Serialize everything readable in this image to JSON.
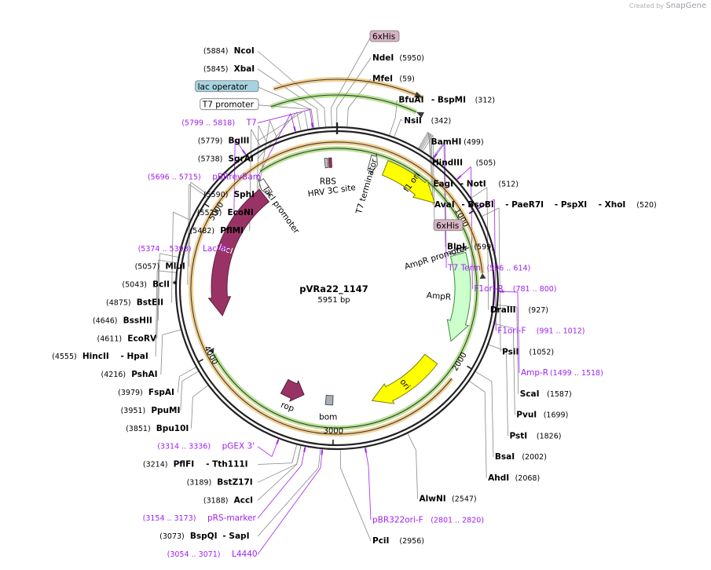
{
  "watermark": {
    "prefix": "Created by",
    "brand": "SnapGene"
  },
  "plasmid": {
    "name": "pVRa22_1147",
    "length_label": "5951 bp",
    "length": 5951
  },
  "ticks": [
    "1000",
    "2000",
    "3000",
    "4000",
    "5000"
  ],
  "features": [
    {
      "label": "f1 ori",
      "start": 360,
      "end": 808,
      "direction": 1,
      "color": "#ffff00",
      "outline": "#7a7a00",
      "kind": "arrow",
      "text_color": "#000000"
    },
    {
      "label": "AmpR promoter",
      "start": 1190,
      "end": 1220,
      "direction": 1,
      "color": "#ffffff",
      "outline": "#555555",
      "kind": "arrow"
    },
    {
      "label": "AmpR",
      "start": 1230,
      "end": 1900,
      "direction": 1,
      "color": "#ccffcc",
      "outline": "#3a8a3a",
      "kind": "arrow"
    },
    {
      "label": "ori",
      "start": 2100,
      "end": 2690,
      "direction": 1,
      "color": "#ffff00",
      "outline": "#7a7a00",
      "kind": "arrow"
    },
    {
      "label": "bom",
      "start": 3010,
      "end": 3070,
      "direction": 0,
      "color": "#a8aeb6",
      "outline": "#555555",
      "kind": "box"
    },
    {
      "label": "rop",
      "start": 3260,
      "end": 3440,
      "direction": -1,
      "color": "#993366",
      "outline": "#5a1f3c",
      "kind": "arrow"
    },
    {
      "label": "lacI",
      "start": 4240,
      "end": 5320,
      "direction": -1,
      "color": "#993366",
      "outline": "#5a1f3c",
      "kind": "arrow",
      "text_color": "#ffffff"
    },
    {
      "label": "lacI promoter",
      "start": 5330,
      "end": 5390,
      "direction": -1,
      "color": "#ffffff",
      "outline": "#555555",
      "kind": "arrow"
    },
    {
      "label": "RBS",
      "start": 5860,
      "end": 5880,
      "direction": 0,
      "color": "#cccccc",
      "outline": "#555555",
      "kind": "box"
    },
    {
      "label": "HRV 3C site",
      "start": 5890,
      "end": 5910,
      "direction": 0,
      "color": "#993366",
      "outline": "#5a1f3c",
      "kind": "box"
    },
    {
      "label": "T7 terminator",
      "start": 240,
      "end": 300,
      "direction": 1,
      "color": "#ffffff",
      "outline": "#555555",
      "kind": "arrow"
    }
  ],
  "orfs": [
    {
      "start": 5660,
      "end": 400,
      "direction": 1,
      "color": "#e8a838",
      "rail": 266
    },
    {
      "start": 400,
      "end": 5620,
      "direction": -1,
      "color": "#7bcc3a",
      "rail": 246
    },
    {
      "start": 1390,
      "end": 2120,
      "direction": -1,
      "color": "#e8a838",
      "rail": 186
    },
    {
      "start": 4000,
      "end": 5400,
      "direction": -1,
      "color": "#7bcc3a",
      "rail": 178
    }
  ],
  "enzymes_left": [
    {
      "pos": 5884,
      "name": "NcoI",
      "parts": [
        {
          "t": "(5884)",
          "k": "n"
        },
        {
          "t": "NcoI",
          "k": "e"
        }
      ]
    },
    {
      "pos": 5845,
      "name": "XbaI",
      "parts": [
        {
          "t": "(5845)",
          "k": "n"
        },
        {
          "t": "XbaI",
          "k": "e"
        }
      ]
    },
    {
      "pos": 5815,
      "name": "lac operator",
      "parts": [
        {
          "t": "lac operator",
          "k": "badge-blue"
        }
      ]
    },
    {
      "pos": 5815,
      "name": "T7 promoter",
      "parts": [
        {
          "t": "T7 promoter",
          "k": "badge-white"
        }
      ]
    },
    {
      "pos": 5808,
      "name": "T7",
      "parts": [
        {
          "t": "(5799 .. 5818)",
          "k": "pn"
        },
        {
          "t": "T7",
          "k": "p"
        }
      ]
    },
    {
      "pos": 5779,
      "name": "BglII",
      "parts": [
        {
          "t": "(5779)",
          "k": "n"
        },
        {
          "t": "BglII",
          "k": "e"
        }
      ]
    },
    {
      "pos": 5738,
      "name": "SgrAI",
      "parts": [
        {
          "t": "(5738)",
          "k": "n"
        },
        {
          "t": "SgrAI",
          "k": "e"
        }
      ]
    },
    {
      "pos": 5705,
      "name": "pBRrevBam",
      "parts": [
        {
          "t": "(5696 .. 5715)",
          "k": "pn"
        },
        {
          "t": "pBRrevBam",
          "k": "p"
        }
      ]
    },
    {
      "pos": 5590,
      "name": "SphI",
      "parts": [
        {
          "t": "(5590)",
          "k": "n"
        },
        {
          "t": "SphI",
          "k": "e"
        }
      ]
    },
    {
      "pos": 5525,
      "name": "EcoNI",
      "parts": [
        {
          "t": "(5525)",
          "k": "n"
        },
        {
          "t": "EcoNI",
          "k": "e"
        }
      ]
    },
    {
      "pos": 5482,
      "name": "PflMI",
      "parts": [
        {
          "t": "(5482)",
          "k": "n"
        },
        {
          "t": "PflMI",
          "k": "e"
        }
      ]
    },
    {
      "pos": 5383,
      "name": "LacI-R",
      "parts": [
        {
          "t": "(5374 .. 5393)",
          "k": "pn"
        },
        {
          "t": "LacI-R",
          "k": "p"
        }
      ]
    },
    {
      "pos": 5057,
      "name": "MluI",
      "parts": [
        {
          "t": "(5057)",
          "k": "n"
        },
        {
          "t": "MluI",
          "k": "e"
        }
      ]
    },
    {
      "pos": 5043,
      "name": "BclI",
      "parts": [
        {
          "t": "(5043)",
          "k": "n"
        },
        {
          "t": "BclI *",
          "k": "e"
        }
      ]
    },
    {
      "pos": 4875,
      "name": "BstEII",
      "parts": [
        {
          "t": "(4875)",
          "k": "n"
        },
        {
          "t": "BstEII",
          "k": "e"
        }
      ]
    },
    {
      "pos": 4646,
      "name": "BssHII",
      "parts": [
        {
          "t": "(4646)",
          "k": "n"
        },
        {
          "t": "BssHII",
          "k": "e"
        }
      ]
    },
    {
      "pos": 4611,
      "name": "EcoRV",
      "parts": [
        {
          "t": "(4611)",
          "k": "n"
        },
        {
          "t": "EcoRV",
          "k": "e"
        }
      ]
    },
    {
      "pos": 4555,
      "name": "HincII",
      "parts": [
        {
          "t": "(4555)",
          "k": "n"
        },
        {
          "t": "HincII",
          "k": "e"
        },
        {
          "t": "- HpaI",
          "k": "e"
        }
      ]
    },
    {
      "pos": 4216,
      "name": "PshAI",
      "parts": [
        {
          "t": "(4216)",
          "k": "n"
        },
        {
          "t": "PshAI",
          "k": "e"
        }
      ]
    },
    {
      "pos": 3979,
      "name": "FspAI",
      "parts": [
        {
          "t": "(3979)",
          "k": "n"
        },
        {
          "t": "FspAI",
          "k": "e"
        }
      ]
    },
    {
      "pos": 3951,
      "name": "PpuMI",
      "parts": [
        {
          "t": "(3951)",
          "k": "n"
        },
        {
          "t": "PpuMI",
          "k": "e"
        }
      ]
    },
    {
      "pos": 3851,
      "name": "Bpu10I",
      "parts": [
        {
          "t": "(3851)",
          "k": "n"
        },
        {
          "t": "Bpu10I",
          "k": "e"
        }
      ]
    },
    {
      "pos": 3325,
      "name": "pGEX 3'",
      "parts": [
        {
          "t": "(3314 .. 3336)",
          "k": "pn"
        },
        {
          "t": "pGEX 3'",
          "k": "p"
        }
      ]
    },
    {
      "pos": 3214,
      "name": "PflFI",
      "parts": [
        {
          "t": "(3214)",
          "k": "n"
        },
        {
          "t": "PflFI",
          "k": "e"
        },
        {
          "t": "- Tth111I",
          "k": "e"
        }
      ]
    },
    {
      "pos": 3189,
      "name": "BstZ17I",
      "parts": [
        {
          "t": "(3189)",
          "k": "n"
        },
        {
          "t": "BstZ17I",
          "k": "e"
        }
      ]
    },
    {
      "pos": 3188,
      "name": "AccI",
      "parts": [
        {
          "t": "(3188)",
          "k": "n"
        },
        {
          "t": "AccI",
          "k": "e"
        }
      ]
    },
    {
      "pos": 3163,
      "name": "pRS-marker",
      "parts": [
        {
          "t": "(3154 .. 3173)",
          "k": "pn"
        },
        {
          "t": "pRS-marker",
          "k": "p"
        }
      ]
    },
    {
      "pos": 3073,
      "name": "BspQI",
      "parts": [
        {
          "t": "(3073)",
          "k": "n"
        },
        {
          "t": "BspQI",
          "k": "e"
        },
        {
          "t": "- SapI",
          "k": "e"
        }
      ]
    },
    {
      "pos": 3062,
      "name": "L4440",
      "parts": [
        {
          "t": "(3054 .. 3071)",
          "k": "pn"
        },
        {
          "t": "L4440",
          "k": "p"
        }
      ]
    }
  ],
  "enzymes_right": [
    {
      "pos": 5920,
      "name": "6xHis top",
      "parts": [
        {
          "t": "6xHis",
          "k": "badge-pink"
        }
      ]
    },
    {
      "pos": 5950,
      "name": "NdeI",
      "parts": [
        {
          "t": "NdeI",
          "k": "e"
        },
        {
          "t": "(5950)",
          "k": "n"
        }
      ]
    },
    {
      "pos": 59,
      "name": "MfeI",
      "parts": [
        {
          "t": "MfeI",
          "k": "e"
        },
        {
          "t": "(59)",
          "k": "n"
        }
      ]
    },
    {
      "pos": 312,
      "name": "BfuAI",
      "parts": [
        {
          "t": "BfuAI",
          "k": "e"
        },
        {
          "t": "- BspMI",
          "k": "e"
        },
        {
          "t": "(312)",
          "k": "n"
        }
      ]
    },
    {
      "pos": 342,
      "name": "NsiI",
      "parts": [
        {
          "t": "NsiI",
          "k": "e"
        },
        {
          "t": "(342)",
          "k": "n"
        }
      ]
    },
    {
      "pos": 499,
      "name": "BamHI",
      "parts": [
        {
          "t": "BamHI",
          "k": "e"
        },
        {
          "t": "(499)",
          "k": "n"
        }
      ]
    },
    {
      "pos": 505,
      "name": "HindIII",
      "parts": [
        {
          "t": "HindIII",
          "k": "e"
        },
        {
          "t": "(505)",
          "k": "n"
        }
      ]
    },
    {
      "pos": 512,
      "name": "EagI",
      "parts": [
        {
          "t": "EagI",
          "k": "e"
        },
        {
          "t": "- NotI",
          "k": "e"
        },
        {
          "t": "(512)",
          "k": "n"
        }
      ]
    },
    {
      "pos": 520,
      "name": "AvaI",
      "parts": [
        {
          "t": "AvaI",
          "k": "e"
        },
        {
          "t": "- BsoBI",
          "k": "e"
        },
        {
          "t": "- PaeR7I",
          "k": "e"
        },
        {
          "t": "- PspXI",
          "k": "e"
        },
        {
          "t": "- XhoI",
          "k": "e"
        },
        {
          "t": "(520)",
          "k": "n"
        }
      ]
    },
    {
      "pos": 530,
      "name": "6xHis",
      "parts": [
        {
          "t": "6xHis",
          "k": "badge-pink"
        }
      ]
    },
    {
      "pos": 599,
      "name": "BlpI",
      "parts": [
        {
          "t": "BlpI",
          "k": "e"
        },
        {
          "t": "(599)",
          "k": "n"
        }
      ]
    },
    {
      "pos": 605,
      "name": "T7 Term",
      "parts": [
        {
          "t": "T7 Term",
          "k": "p"
        },
        {
          "t": "(596 .. 614)",
          "k": "pn"
        }
      ]
    },
    {
      "pos": 790,
      "name": "F1ori-R",
      "parts": [
        {
          "t": "F1ori-R",
          "k": "p"
        },
        {
          "t": "(781 .. 800)",
          "k": "pn"
        }
      ]
    },
    {
      "pos": 927,
      "name": "DraIII",
      "parts": [
        {
          "t": "DraIII",
          "k": "e"
        },
        {
          "t": "(927)",
          "k": "n"
        }
      ]
    },
    {
      "pos": 1001,
      "name": "F1ori-F",
      "parts": [
        {
          "t": "F1ori-F",
          "k": "p"
        },
        {
          "t": "(991 .. 1012)",
          "k": "pn"
        }
      ]
    },
    {
      "pos": 1052,
      "name": "PsiI",
      "parts": [
        {
          "t": "PsiI",
          "k": "e"
        },
        {
          "t": "(1052)",
          "k": "n"
        }
      ]
    },
    {
      "pos": 1508,
      "name": "Amp-R",
      "parts": [
        {
          "t": "Amp-R",
          "k": "p"
        },
        {
          "t": "(1499 .. 1518)",
          "k": "pn"
        }
      ]
    },
    {
      "pos": 1587,
      "name": "ScaI",
      "parts": [
        {
          "t": "ScaI",
          "k": "e"
        },
        {
          "t": "(1587)",
          "k": "n"
        }
      ]
    },
    {
      "pos": 1699,
      "name": "PvuI",
      "parts": [
        {
          "t": "PvuI",
          "k": "e"
        },
        {
          "t": "(1699)",
          "k": "n"
        }
      ]
    },
    {
      "pos": 1826,
      "name": "PstI",
      "parts": [
        {
          "t": "PstI",
          "k": "e"
        },
        {
          "t": "(1826)",
          "k": "n"
        }
      ]
    },
    {
      "pos": 2002,
      "name": "BsaI",
      "parts": [
        {
          "t": "BsaI",
          "k": "e"
        },
        {
          "t": "(2002)",
          "k": "n"
        }
      ]
    },
    {
      "pos": 2068,
      "name": "AhdI",
      "parts": [
        {
          "t": "AhdI",
          "k": "e"
        },
        {
          "t": "(2068)",
          "k": "n"
        }
      ]
    },
    {
      "pos": 2547,
      "name": "AlwNI",
      "parts": [
        {
          "t": "AlwNI",
          "k": "e"
        },
        {
          "t": "(2547)",
          "k": "n"
        }
      ]
    },
    {
      "pos": 2810,
      "name": "pBR322ori-F",
      "parts": [
        {
          "t": "pBR322ori-F",
          "k": "p"
        },
        {
          "t": "(2801 .. 2820)",
          "k": "pn"
        }
      ]
    },
    {
      "pos": 2956,
      "name": "PciI",
      "parts": [
        {
          "t": "PciI",
          "k": "e"
        },
        {
          "t": "(2956)",
          "k": "n"
        }
      ]
    }
  ],
  "colors": {
    "backbone": "#222222",
    "primer": "#a020f0",
    "enzyme": "#000000",
    "leader": "#888888",
    "badge_pink": "#d7b3c3",
    "badge_blue": "#a7d3e0"
  }
}
